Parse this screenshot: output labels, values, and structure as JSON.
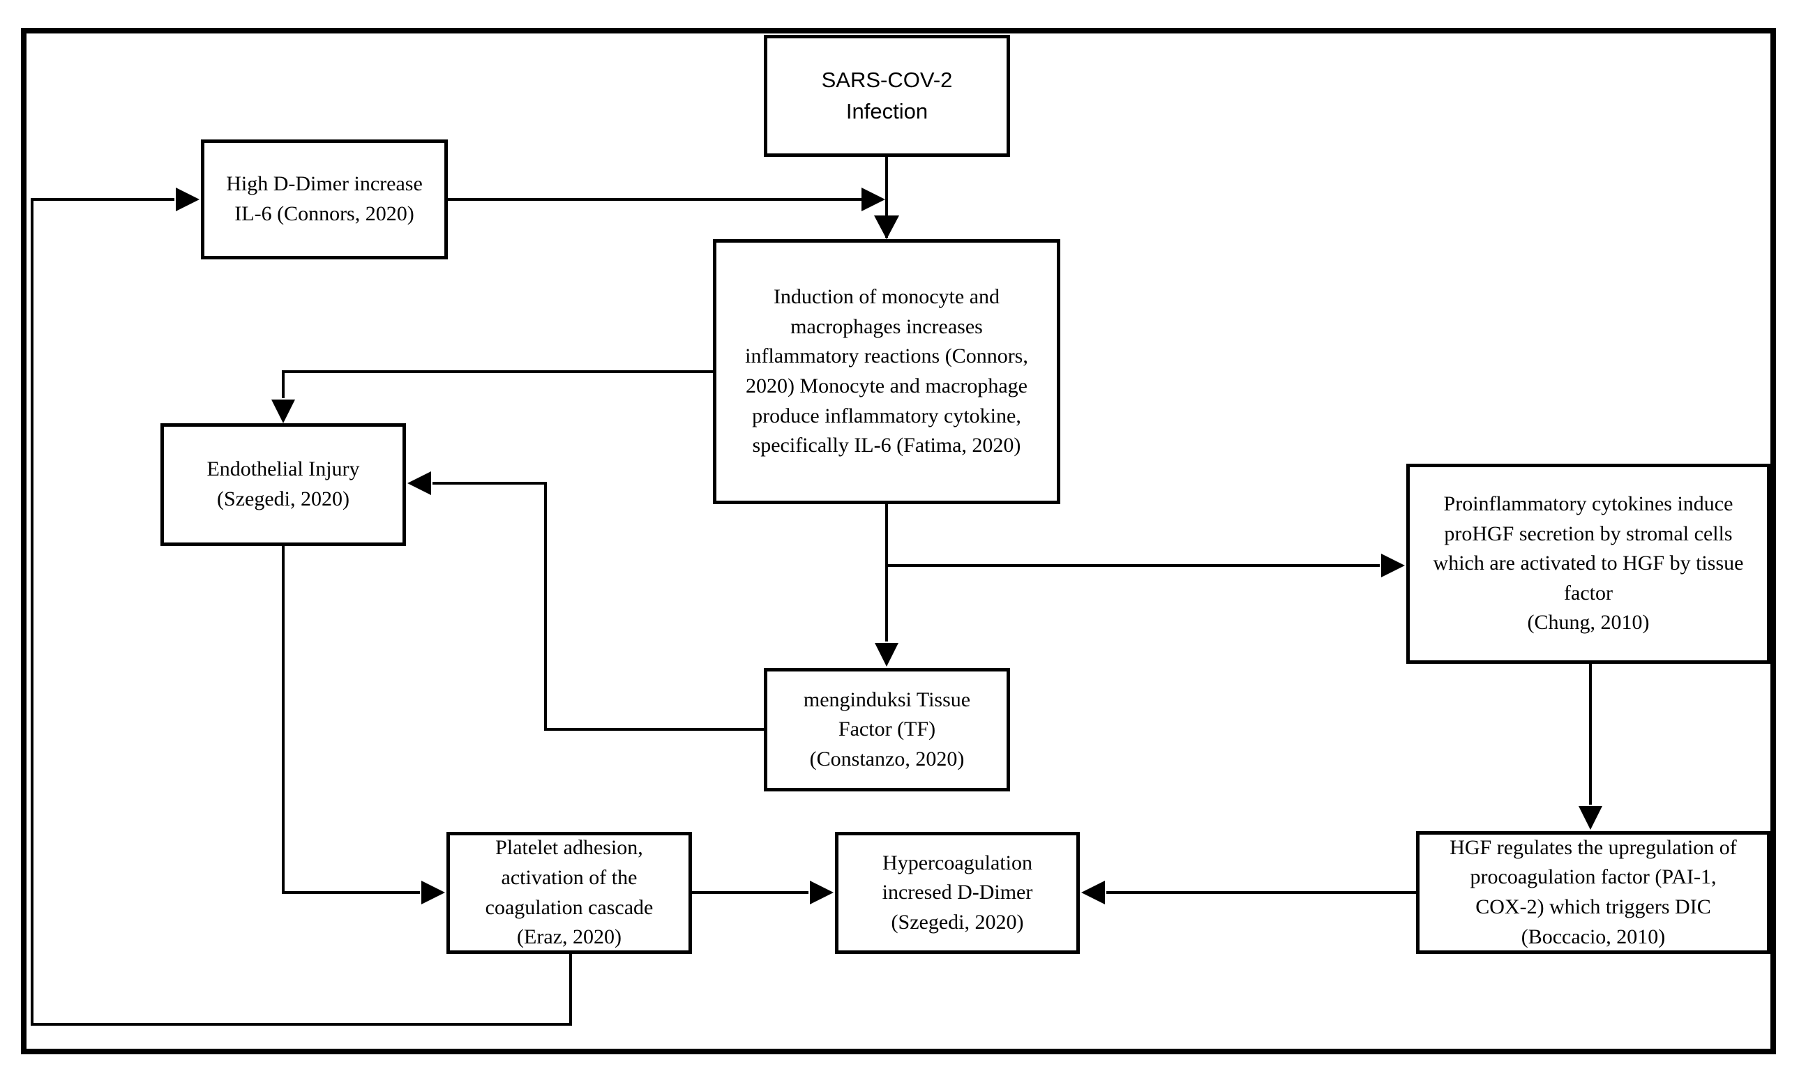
{
  "diagram": {
    "title": "SARS-COV-2 coagulation pathway flowchart",
    "colors": {
      "line": "#000000",
      "box_border": "#000000",
      "background": "#ffffff",
      "text": "#000000"
    },
    "nodes": {
      "sars": {
        "id": "sars-cov-2-infection",
        "text": "SARS-COV-2\nInfection"
      },
      "ddimer": {
        "id": "high-d-dimer",
        "text": "High D-Dimer increase\nIL-6 (Connors, 2020)"
      },
      "induction": {
        "id": "monocyte-induction",
        "text": "Induction of monocyte and\nmacrophages increases\ninflammatory reactions (Connors,\n2020) Monocyte and macrophage\nproduce inflammatory cytokine,\nspecifically IL-6 (Fatima, 2020)"
      },
      "endothelial": {
        "id": "endothelial-injury",
        "text": "Endothelial Injury\n(Szegedi, 2020)"
      },
      "proinflammatory": {
        "id": "prohgf-secretion",
        "text": "Proinflammatory cytokines induce\nproHGF secretion by stromal cells\nwhich are activated to HGF by tissue\nfactor\n(Chung, 2010)"
      },
      "tissue_factor": {
        "id": "tissue-factor",
        "text": "menginduksi Tissue\nFactor (TF)\n(Constanzo, 2020)"
      },
      "platelet": {
        "id": "platelet-adhesion",
        "text": "Platelet adhesion,\nactivation of the\ncoagulation cascade\n(Eraz, 2020)"
      },
      "hypercoagulation": {
        "id": "hypercoagulation",
        "text": "Hypercoagulation\nincresed D-Dimer\n(Szegedi, 2020)"
      },
      "hgf": {
        "id": "hgf-procoagulation",
        "text": "HGF regulates the upregulation of\nprocoagulation factor (PAI-1,\nCOX-2) which triggers DIC\n(Boccacio, 2010)"
      }
    },
    "edges": [
      {
        "from": "sars-cov-2-infection",
        "to": "monocyte-induction"
      },
      {
        "from": "high-d-dimer",
        "to": "monocyte-induction"
      },
      {
        "from": "platelet-adhesion",
        "to": "high-d-dimer"
      },
      {
        "from": "monocyte-induction",
        "to": "endothelial-injury"
      },
      {
        "from": "monocyte-induction",
        "to": "tissue-factor"
      },
      {
        "from": "monocyte-induction",
        "to": "prohgf-secretion"
      },
      {
        "from": "tissue-factor",
        "to": "endothelial-injury"
      },
      {
        "from": "endothelial-injury",
        "to": "platelet-adhesion"
      },
      {
        "from": "platelet-adhesion",
        "to": "hypercoagulation"
      },
      {
        "from": "prohgf-secretion",
        "to": "hgf-procoagulation"
      },
      {
        "from": "hgf-procoagulation",
        "to": "hypercoagulation"
      }
    ]
  }
}
